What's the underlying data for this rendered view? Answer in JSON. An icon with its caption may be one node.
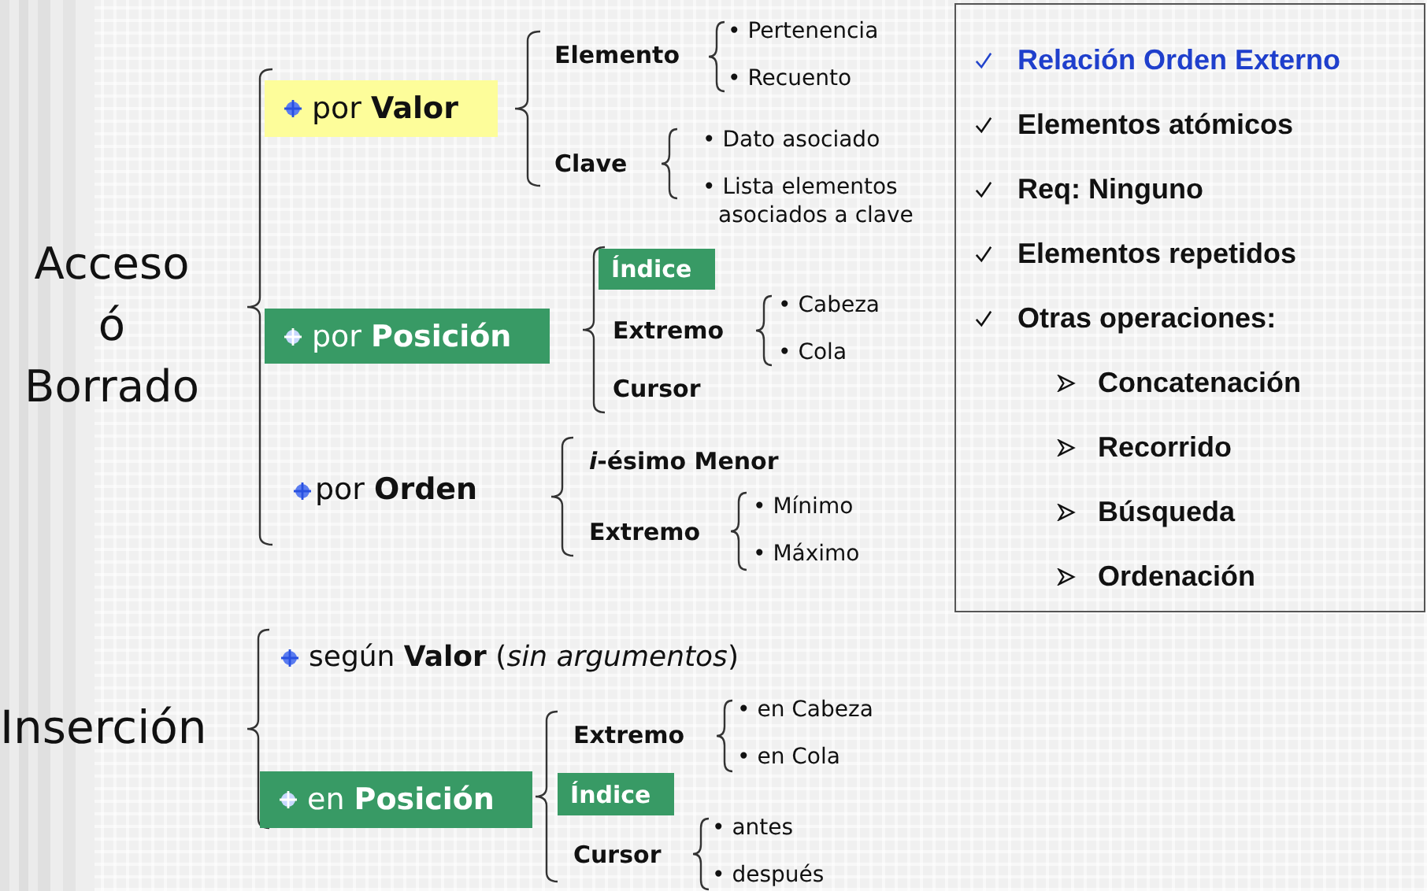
{
  "diagram": {
    "nodes": [
      {
        "text": [
          "por **Valor**"
        ]
      },
      {
        "text": [
          "por **Posición**"
        ]
      },
      {
        "text": [
          "Índice"
        ]
      },
      {
        "text": [
          "en **Posición**"
        ]
      },
      {
        "text": [
          "Índice"
        ]
      },
      {
        "text": [
          "Relación Orden Externo",
          "Elementos atómicos",
          "Req: Ninguno",
          "Elementos repetidos",
          "Otras operaciones:",
          "Concatenación",
          "Recorrido",
          "Búsqueda",
          "Ordenación"
        ]
      }
    ],
    "labels": [
      "• Pertenencia",
      "Elemento",
      "• Recuento",
      "• Dato asociado",
      "Clave",
      "• Lista elementos asociados a clave",
      "Acceso ó Borrado",
      "• Cabeza",
      "Extremo",
      "• Cola",
      "Cursor",
      "por **Orden**",
      "*i*-ésimo Menor",
      "• Mínimo",
      "Extremo",
      "• Máximo",
      "según **Valor** (*sin argumentos*)",
      "• en Cabeza",
      "Inserción",
      "Extremo",
      "• en Cola",
      "Cursor",
      "• antes",
      "• después"
    ]
  }
}
